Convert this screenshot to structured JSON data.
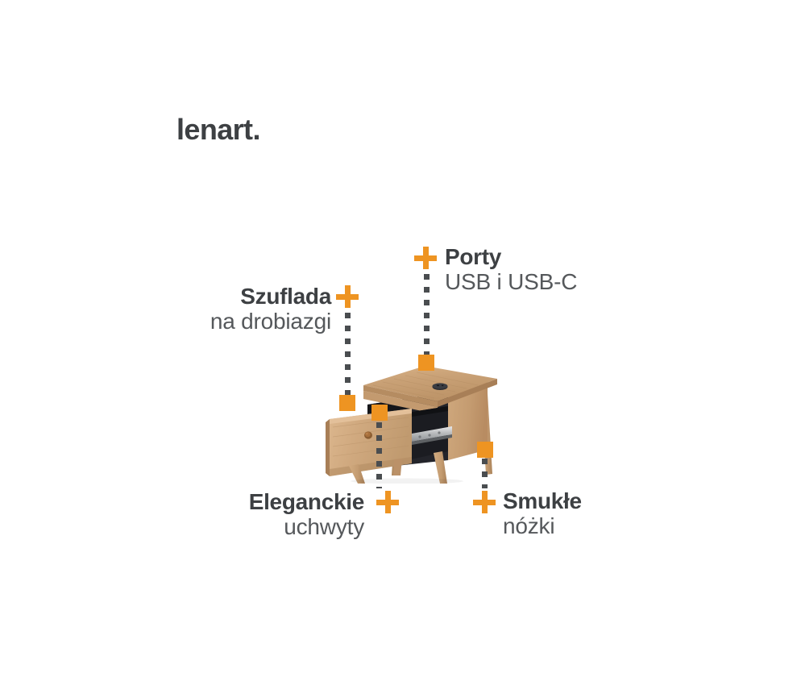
{
  "brand": {
    "name": "lenart",
    "mark": "."
  },
  "product": {
    "type": "nightstand",
    "material_look": "oak / light wood",
    "drawer_state": "open",
    "accent_color": "#ee9422",
    "text_bold_color": "#3d4043",
    "text_regular_color": "#55585b",
    "background": "#ffffff"
  },
  "callouts": [
    {
      "id": "porty",
      "title": "Porty",
      "subtitle": "USB i USB-C",
      "align": "left",
      "icon": "plus-icon",
      "connector": "dotted-line",
      "target": "usb-port-module-on-top"
    },
    {
      "id": "szuflada",
      "title": "Szuflada",
      "subtitle": "na drobiazgi",
      "align": "right",
      "icon": "plus-icon",
      "connector": "dotted-line",
      "target": "open-drawer"
    },
    {
      "id": "eleganckie",
      "title": "Eleganckie",
      "subtitle": "uchwyty",
      "align": "right",
      "icon": "plus-icon",
      "connector": "dotted-line",
      "target": "drawer-knob-handle"
    },
    {
      "id": "smukle",
      "title": "Smukłe",
      "subtitle": "nóżki",
      "align": "left",
      "icon": "plus-icon",
      "connector": "dotted-line",
      "target": "tapered-leg"
    }
  ]
}
